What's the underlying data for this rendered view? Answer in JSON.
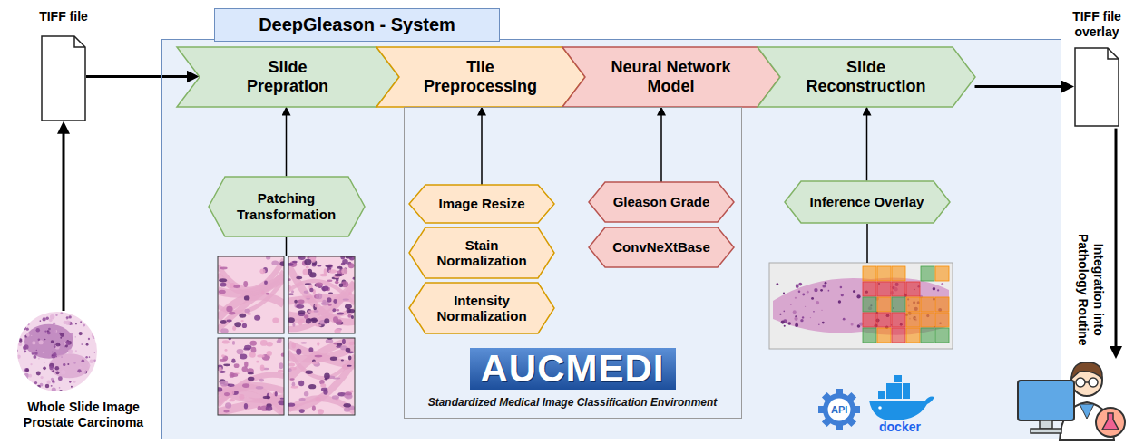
{
  "diagram": {
    "nodes": [
      {
        "text": [
          "TIFF file"
        ]
      },
      {
        "text": [
          "DeepGleason - System"
        ]
      },
      {
        "text": [
          "Slide Prepration"
        ],
        "in": 1
      },
      {
        "text": [
          "Tile Preprocessing"
        ],
        "in": 1
      },
      {
        "text": [
          "Neural Network Model"
        ],
        "in": 1
      },
      {
        "text": [
          "Slide Reconstruction"
        ],
        "in": 1
      },
      {
        "text": [
          "Patching Transformation"
        ],
        "in": 1
      },
      {
        "text": [
          "AUCMEDI",
          "Standardized Medical Image Classification Environment"
        ],
        "in": 1
      },
      {
        "text": [
          "Image Resize"
        ],
        "in": 7
      },
      {
        "text": [
          "Stain Normalization"
        ],
        "in": 7
      },
      {
        "text": [
          "Intensity Normalization"
        ],
        "in": 7
      },
      {
        "text": [
          "Gleason Grade"
        ],
        "in": 7
      },
      {
        "text": [
          "ConvNeXtBase"
        ],
        "in": 7
      },
      {
        "text": [
          "Inference Overlay"
        ],
        "in": 1
      },
      {
        "text": [
          "TIFF file overlay"
        ]
      },
      {
        "text": [
          "Whole Slide Image Prostate Carcinoma"
        ]
      }
    ],
    "edges": [
      {
        "from": 15,
        "to": 0,
        "arrow": "to"
      },
      {
        "from": 0,
        "to": 2,
        "arrow": "to"
      },
      {
        "from": 6,
        "to": 2,
        "arrow": "to"
      },
      {
        "from": 8,
        "to": 3,
        "arrow": "to"
      },
      {
        "from": 11,
        "to": 4,
        "arrow": "to"
      },
      {
        "from": 13,
        "to": 5,
        "arrow": "to"
      },
      {
        "from": 5,
        "to": 14,
        "arrow": "to"
      }
    ],
    "labels": [
      "API",
      "docker",
      "Integration into Pathology Routine"
    ]
  }
}
